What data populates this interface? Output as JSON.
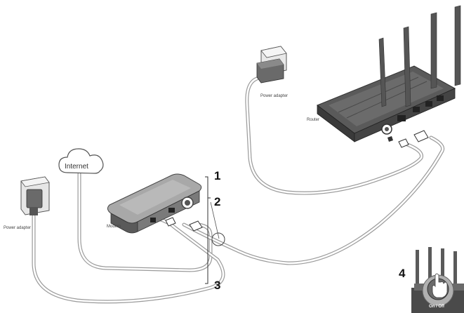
{
  "labels": {
    "power_adapter_left": "Power adapter",
    "power_adapter_top": "Power adapter",
    "router": "Router",
    "modem": "Modem",
    "internet": "Internet",
    "on_off": "On / Off"
  },
  "steps": [
    "1",
    "2",
    "3",
    "4"
  ],
  "colors": {
    "cable": "#9a9a9a",
    "device_dark": "#4a4a4a",
    "device_mid": "#777777",
    "device_light": "#b5b5b5",
    "text": "#111111"
  }
}
